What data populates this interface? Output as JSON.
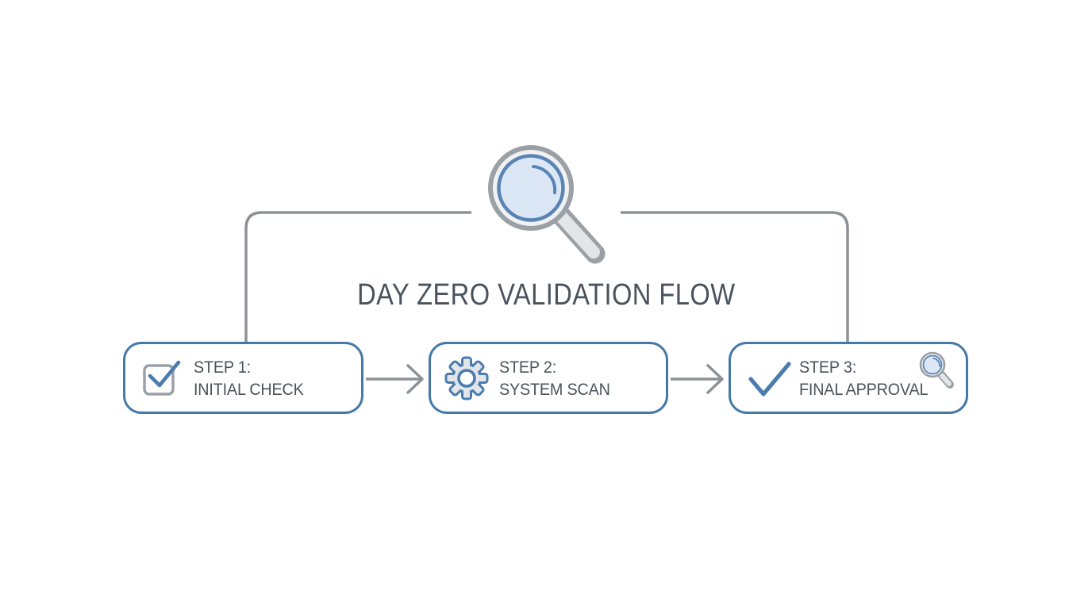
{
  "diagram": {
    "title": "DAY ZERO VALIDATION FLOW",
    "steps": [
      {
        "line1": "STEP 1:",
        "line2": "INITIAL CHECK",
        "icon": "checkbox-checked-icon"
      },
      {
        "line1": "STEP 2:",
        "line2": "SYSTEM SCAN",
        "icon": "gear-icon"
      },
      {
        "line1": "STEP 3:",
        "line2": "FINAL APPROVAL",
        "icon": "checkmark-icon",
        "secondary_icon": "magnifier-small-icon"
      }
    ],
    "icons": {
      "header_icon": "magnifier-large-icon"
    },
    "colors": {
      "box_border_blue": "#4579a8",
      "icon_blue": "#4a7cae",
      "connector_gray": "#8d9298",
      "icon_gray": "#9aa0a5",
      "text_dark": "#4a535c",
      "lens_fill": "#dbe7f4",
      "gear_fill": "#e2e6ea",
      "handle_fill": "#e3e6e9",
      "ring_gap_fill": "#eff1f3"
    }
  }
}
